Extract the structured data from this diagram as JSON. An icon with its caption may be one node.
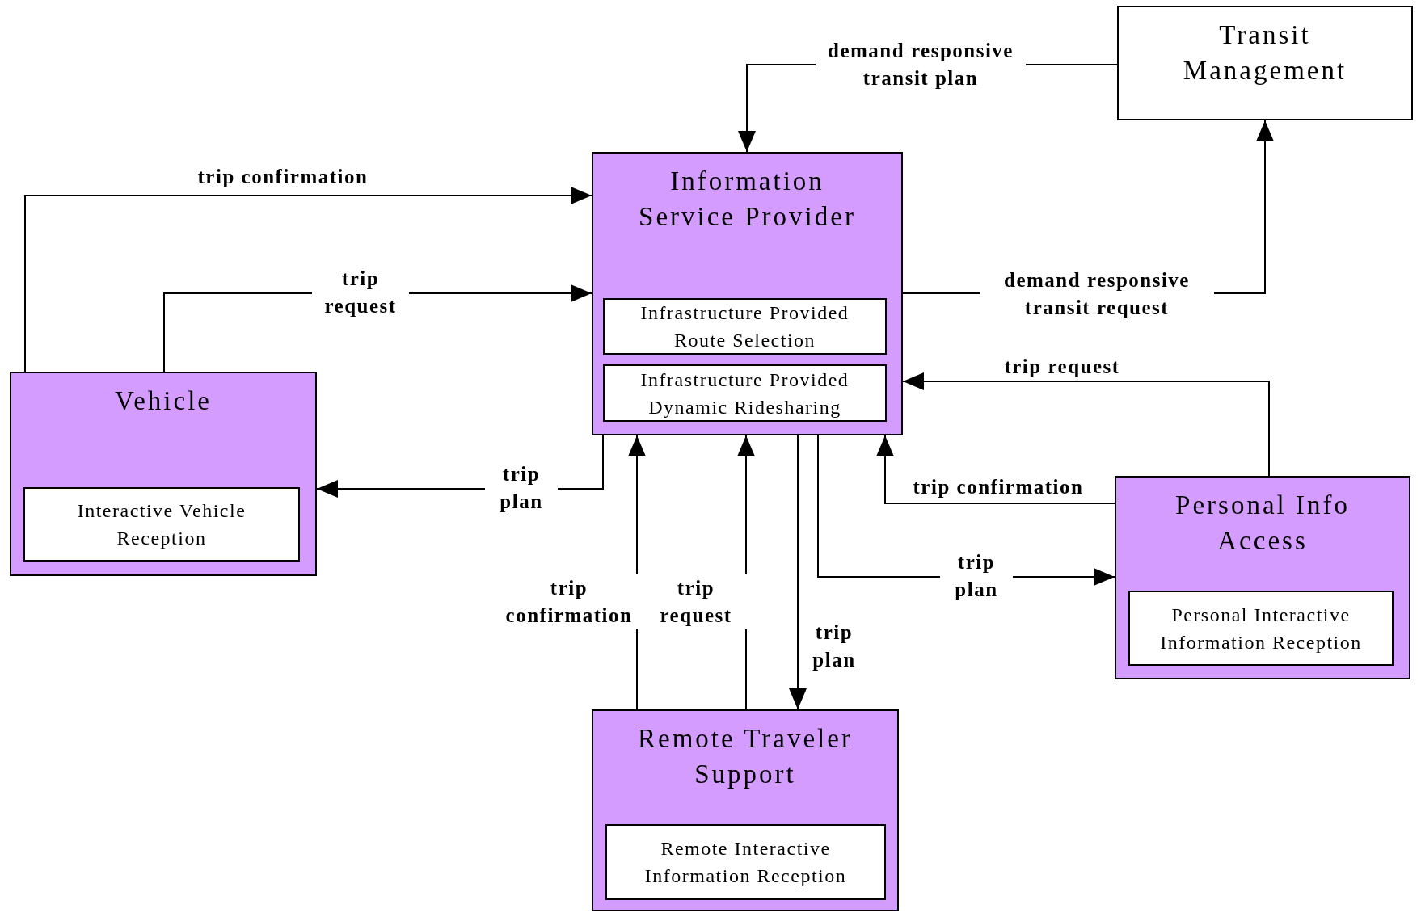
{
  "diagram": {
    "nodes": [
      {
        "text": [
          "Transit Management"
        ]
      },
      {
        "text": [
          "Information Service Provider"
        ]
      },
      {
        "text": [
          "Infrastructure Provided Route Selection"
        ],
        "in": 1
      },
      {
        "text": [
          "Infrastructure Provided Dynamic Ridesharing"
        ],
        "in": 1
      },
      {
        "text": [
          "Vehicle"
        ]
      },
      {
        "text": [
          "Interactive Vehicle Reception"
        ],
        "in": 4
      },
      {
        "text": [
          "Personal Info Access"
        ]
      },
      {
        "text": [
          "Personal Interactive Information Reception"
        ],
        "in": 6
      },
      {
        "text": [
          "Remote Traveler Support"
        ]
      },
      {
        "text": [
          "Remote Interactive Information Reception"
        ],
        "in": 8
      }
    ],
    "edges": [
      {
        "from": 0,
        "to": 1,
        "arrow": "to",
        "label": "demand responsive transit plan"
      },
      {
        "from": 4,
        "to": 1,
        "arrow": "to",
        "label": "trip confirmation"
      },
      {
        "from": 4,
        "to": 1,
        "arrow": "to",
        "label": "trip request"
      },
      {
        "from": 1,
        "to": 0,
        "arrow": "to",
        "label": "demand responsive transit request"
      },
      {
        "from": 6,
        "to": 1,
        "arrow": "to",
        "label": "trip request"
      },
      {
        "from": 1,
        "to": 4,
        "arrow": "to",
        "label": "trip plan"
      },
      {
        "from": 8,
        "to": 1,
        "arrow": "to",
        "label": "trip confirmation"
      },
      {
        "from": 8,
        "to": 1,
        "arrow": "to",
        "label": "trip request"
      },
      {
        "from": 1,
        "to": 8,
        "arrow": "to",
        "label": "trip plan"
      },
      {
        "from": 6,
        "to": 1,
        "arrow": "to",
        "label": "trip confirmation"
      },
      {
        "from": 1,
        "to": 6,
        "arrow": "to",
        "label": "trip plan"
      }
    ]
  }
}
